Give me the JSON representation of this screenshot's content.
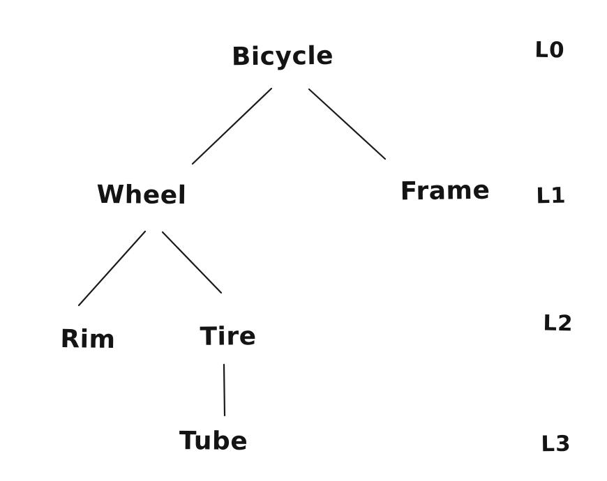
{
  "diagram": {
    "type": "tree",
    "style": "hand-drawn",
    "root": "Bicycle",
    "nodes": [
      {
        "id": "bicycle",
        "label": "Bicycle",
        "level": 0
      },
      {
        "id": "wheel",
        "label": "Wheel",
        "level": 1
      },
      {
        "id": "frame",
        "label": "Frame",
        "level": 1
      },
      {
        "id": "rim",
        "label": "Rim",
        "level": 2
      },
      {
        "id": "tire",
        "label": "Tire",
        "level": 2
      },
      {
        "id": "tube",
        "label": "Tube",
        "level": 3
      }
    ],
    "edges": [
      {
        "from": "Bicycle",
        "to": "Wheel"
      },
      {
        "from": "Bicycle",
        "to": "Frame"
      },
      {
        "from": "Wheel",
        "to": "Rim"
      },
      {
        "from": "Wheel",
        "to": "Tire"
      },
      {
        "from": "Tire",
        "to": "Tube"
      }
    ],
    "level_labels": [
      {
        "label": "L0"
      },
      {
        "label": "L1"
      },
      {
        "label": "L2"
      },
      {
        "label": "L3"
      }
    ],
    "colors": {
      "ink": "#1a1a1a",
      "background": "#ffffff"
    }
  }
}
